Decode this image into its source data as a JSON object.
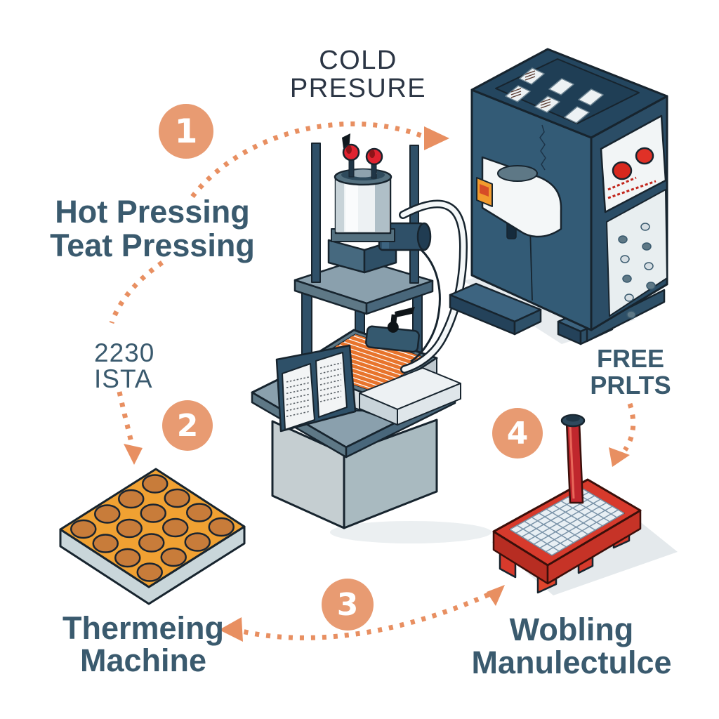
{
  "colors": {
    "background": "#FFFFFF",
    "step_circle": "#E89B72",
    "arrow": "#E88F61",
    "label_teal": "#3A5A6E",
    "label_dark": "#2B3544",
    "machine_navy": "#31566F",
    "machine_steel": "#8AA0AD",
    "plate_orange": "#F0A132",
    "plate_hole": "#C87C3A",
    "heater_stripe": "#E8742C",
    "cart_red": "#D73A2C",
    "valve_red": "#E02330"
  },
  "annotations": {
    "cold_presure": {
      "lines": [
        "COLD",
        "PRESURE"
      ]
    },
    "hot_pressing": {
      "lines": [
        "Hot Pressing",
        "Teat Pressing"
      ]
    },
    "ista": {
      "lines": [
        "2230",
        "ISTA"
      ]
    },
    "free_prlts": {
      "lines": [
        "FREE",
        "PRLTS"
      ]
    },
    "thermeing_machine": {
      "lines": [
        "Thermeing",
        "Machine"
      ]
    },
    "wobling_manulectulce": {
      "lines": [
        "Wobling",
        "Manulectulce"
      ]
    }
  },
  "steps": [
    {
      "number": "1"
    },
    {
      "number": "2"
    },
    {
      "number": "3"
    },
    {
      "number": "4"
    }
  ],
  "illustrations": [
    {
      "name": "hot-press-machine-icon"
    },
    {
      "name": "cold-press-cabinet-icon"
    },
    {
      "name": "heated-mold-plate-icon"
    },
    {
      "name": "parts-cart-icon"
    }
  ]
}
